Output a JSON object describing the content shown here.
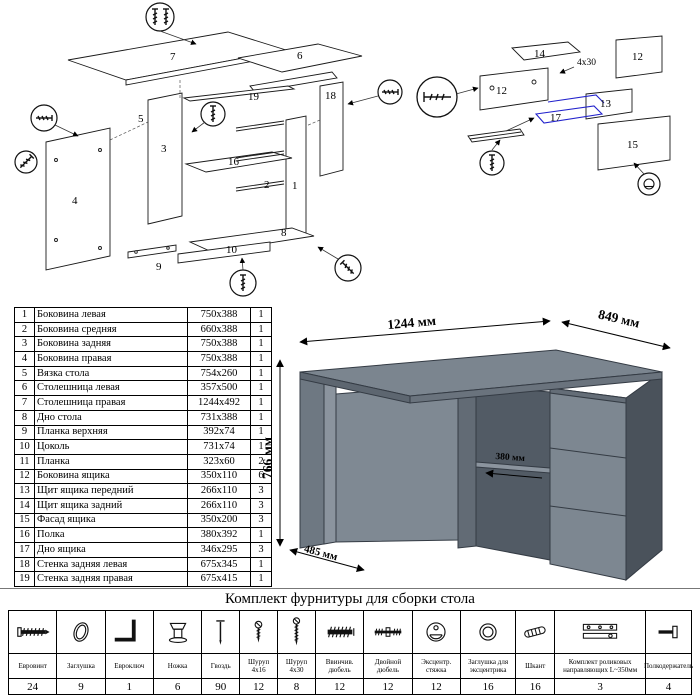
{
  "parts_table": {
    "rows": [
      {
        "num": "1",
        "name": "Боковина левая",
        "size": "750x388",
        "qty": "1"
      },
      {
        "num": "2",
        "name": "Боковина средняя",
        "size": "660x388",
        "qty": "1"
      },
      {
        "num": "3",
        "name": "Боковина задняя",
        "size": "750x388",
        "qty": "1"
      },
      {
        "num": "4",
        "name": "Боковина правая",
        "size": "750x388",
        "qty": "1"
      },
      {
        "num": "5",
        "name": "Вязка стола",
        "size": "754x260",
        "qty": "1"
      },
      {
        "num": "6",
        "name": "Столешница левая",
        "size": "357x500",
        "qty": "1"
      },
      {
        "num": "7",
        "name": "Столешница правая",
        "size": "1244x492",
        "qty": "1"
      },
      {
        "num": "8",
        "name": "Дно стола",
        "size": "731x388",
        "qty": "1"
      },
      {
        "num": "9",
        "name": "Планка верхняя",
        "size": "392x74",
        "qty": "1"
      },
      {
        "num": "10",
        "name": "Цоколь",
        "size": "731x74",
        "qty": "1"
      },
      {
        "num": "11",
        "name": "Планка",
        "size": "323x60",
        "qty": "2"
      },
      {
        "num": "12",
        "name": "Боковина ящика",
        "size": "350x110",
        "qty": "6"
      },
      {
        "num": "13",
        "name": "Щит ящика передний",
        "size": "266x110",
        "qty": "3"
      },
      {
        "num": "14",
        "name": "Щит ящика задний",
        "size": "266x110",
        "qty": "3"
      },
      {
        "num": "15",
        "name": "Фасад ящика",
        "size": "350x200",
        "qty": "3"
      },
      {
        "num": "16",
        "name": "Полка",
        "size": "380x392",
        "qty": "1"
      },
      {
        "num": "17",
        "name": "Дно ящика",
        "size": "346x295",
        "qty": "3"
      },
      {
        "num": "18",
        "name": "Стенка задняя левая",
        "size": "675x345",
        "qty": "1"
      },
      {
        "num": "19",
        "name": "Стенка задняя правая",
        "size": "675x415",
        "qty": "1"
      }
    ]
  },
  "desk": {
    "dim_width": "1244 мм",
    "dim_depth": "849 мм",
    "dim_height": "766 мм",
    "dim_shelf": "380 мм",
    "dim_foot": "485 мм",
    "body_color": "#7b858f",
    "side_color": "#4a525b"
  },
  "exploded_main": {
    "labels": [
      "7",
      "6",
      "19",
      "18",
      "5",
      "3",
      "16",
      "2",
      "1",
      "4",
      "9",
      "10",
      "8"
    ]
  },
  "exploded_detail": {
    "labels": [
      "14",
      "12",
      "12",
      "13",
      "17",
      "15",
      "4x30"
    ],
    "highlight_color": "#2222cc"
  },
  "hardware": {
    "title": "Комплект фурнитуры для сборки стола",
    "items": [
      {
        "label": "Евровинт",
        "qty": "24",
        "icon": "i-eurovint"
      },
      {
        "label": "Заглушка",
        "qty": "9",
        "icon": "i-zaglushka"
      },
      {
        "label": "Евроключ",
        "qty": "1",
        "icon": "i-evroklyuch"
      },
      {
        "label": "Ножка",
        "qty": "6",
        "icon": "i-nozhka"
      },
      {
        "label": "Гвоздь",
        "qty": "90",
        "icon": "i-gvozd"
      },
      {
        "label": "Шуруп 4x16",
        "qty": "12",
        "icon": "i-shurup-16"
      },
      {
        "label": "Шуруп 4x30",
        "qty": "8",
        "icon": "i-shurup-30"
      },
      {
        "label": "Ввинчив. дюбель",
        "qty": "12",
        "icon": "i-vvinch-dyubel"
      },
      {
        "label": "Двойной дюбель",
        "qty": "12",
        "icon": "i-dvoynoy-dyubel"
      },
      {
        "label": "Эксцентр. стяжка",
        "qty": "12",
        "icon": "i-excentrik"
      },
      {
        "label": "Заглушка для эксцентрика",
        "qty": "16",
        "icon": "i-zaglushka-exc"
      },
      {
        "label": "Шкант",
        "qty": "16",
        "icon": "i-shkant"
      },
      {
        "label": "Комплект роликовых направляющих L~350мм",
        "qty": "3",
        "icon": "i-napravl"
      },
      {
        "label": "Полкодержатель",
        "qty": "4",
        "icon": "i-polkoderzh"
      }
    ]
  }
}
